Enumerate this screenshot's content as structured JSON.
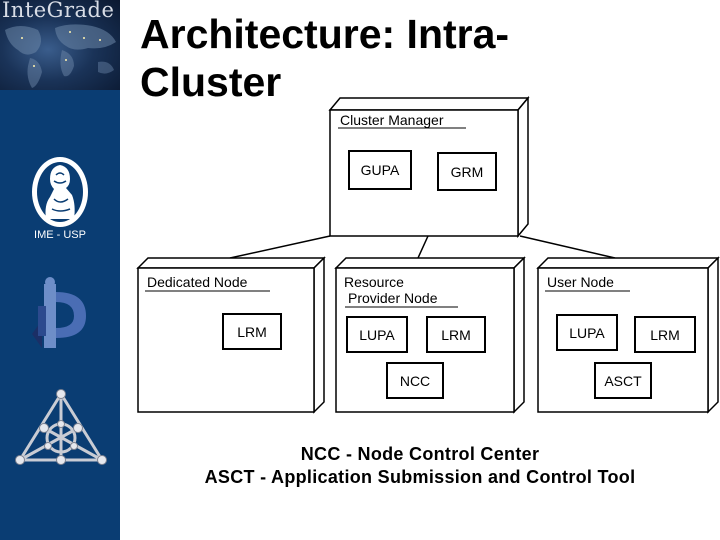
{
  "sidebar": {
    "banner_title": "InteGrade",
    "institution_caption": "IME - USP",
    "colors": {
      "sidebar": "#0a3d73",
      "banner": "#1a3358"
    }
  },
  "slide": {
    "title_line1": "Architecture: Intra-",
    "title_line2": "Cluster"
  },
  "diagram": {
    "cluster_manager": {
      "label": "Cluster Manager",
      "components": [
        "GUPA",
        "GRM"
      ]
    },
    "dedicated_node": {
      "label": "Dedicated Node",
      "components": [
        "LRM"
      ]
    },
    "resource_provider_node": {
      "label_line1": "Resource",
      "label_line2": "Provider Node",
      "components": [
        "LUPA",
        "LRM",
        "NCC"
      ]
    },
    "user_node": {
      "label": "User Node",
      "components": [
        "LUPA",
        "LRM",
        "ASCT"
      ]
    }
  },
  "legend": {
    "line1": "NCC - Node Control Center",
    "line2": "ASCT - Application Submission and Control Tool"
  }
}
